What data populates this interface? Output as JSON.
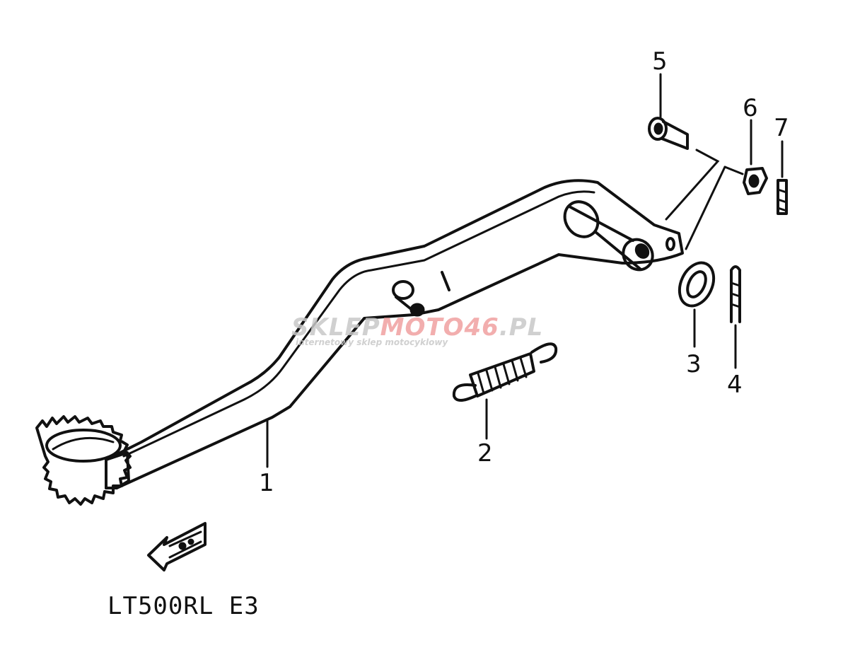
{
  "diagram": {
    "parts": [
      {
        "id": "1",
        "label": "1"
      },
      {
        "id": "2",
        "label": "2"
      },
      {
        "id": "3",
        "label": "3"
      },
      {
        "id": "4",
        "label": "4"
      },
      {
        "id": "5",
        "label": "5"
      },
      {
        "id": "6",
        "label": "6"
      },
      {
        "id": "7",
        "label": "7"
      }
    ],
    "model_code": "LT500RL E3",
    "watermark": {
      "brand_part1": "SKLEP",
      "brand_part2": "MOTO",
      "brand_part3": "46",
      "brand_part4": ".PL",
      "tagline": "internetowy sklep motocyklowy",
      "color_grey": "#c8c8c8",
      "color_red": "#f0a0a0"
    },
    "colors": {
      "ink": "#111111",
      "background": "#ffffff"
    }
  }
}
